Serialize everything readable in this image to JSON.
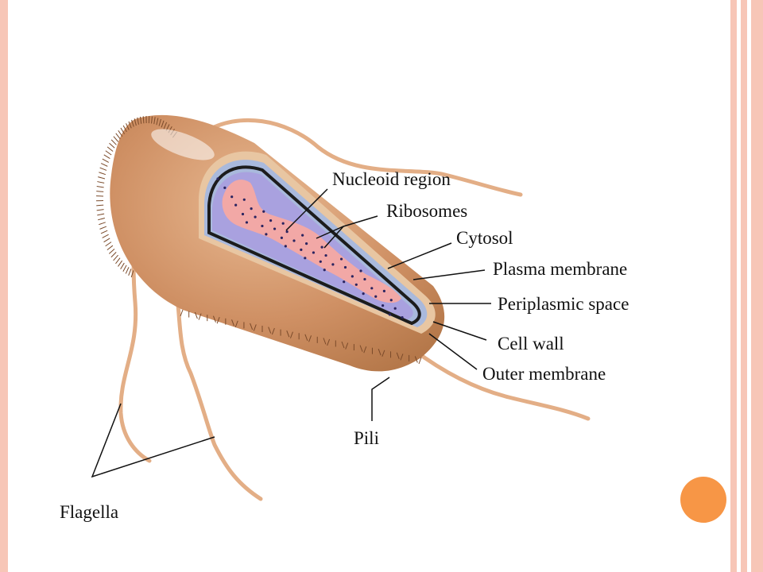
{
  "colors": {
    "slide_border": "#f7c6b7",
    "accent": "#f79646",
    "body_outer": "#b5784a",
    "body_mid": "#cf9064",
    "body_light": "#e8b992",
    "wall": "#e8c6a2",
    "periplasm": "#a9b9dc",
    "membrane": "#1c1c1c",
    "cytosol": "#a9a1df",
    "nucleoid": "#f2a8a6",
    "flagella": "#e3ae86",
    "leader": "#111111"
  },
  "labels": {
    "nucleoid": "Nucleoid region",
    "ribosomes": "Ribosomes",
    "cytosol": "Cytosol",
    "plasma_membrane": "Plasma membrane",
    "periplasmic_space": "Periplasmic space",
    "cell_wall": "Cell wall",
    "outer_membrane": "Outer membrane",
    "pili": "Pili",
    "flagella": "Flagella"
  }
}
